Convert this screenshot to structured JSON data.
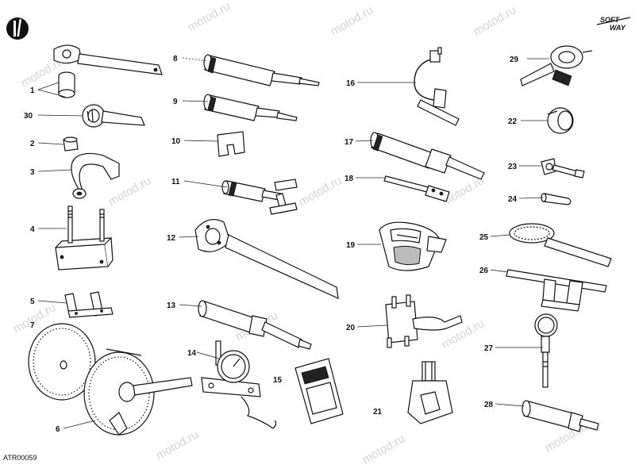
{
  "diagram": {
    "code": "ATR00059",
    "brand_logo": {
      "line1": "SOFT",
      "line2": "WAY"
    },
    "watermark": "motod.ru",
    "parts": [
      {
        "number": "1"
      },
      {
        "number": "2"
      },
      {
        "number": "3"
      },
      {
        "number": "4"
      },
      {
        "number": "5"
      },
      {
        "number": "6"
      },
      {
        "number": "7"
      },
      {
        "number": "8"
      },
      {
        "number": "9"
      },
      {
        "number": "10"
      },
      {
        "number": "11"
      },
      {
        "number": "12"
      },
      {
        "number": "13"
      },
      {
        "number": "14"
      },
      {
        "number": "15"
      },
      {
        "number": "16"
      },
      {
        "number": "17"
      },
      {
        "number": "18"
      },
      {
        "number": "19"
      },
      {
        "number": "20"
      },
      {
        "number": "21"
      },
      {
        "number": "22"
      },
      {
        "number": "23"
      },
      {
        "number": "24"
      },
      {
        "number": "25"
      },
      {
        "number": "26"
      },
      {
        "number": "27"
      },
      {
        "number": "28"
      },
      {
        "number": "29"
      },
      {
        "number": "30"
      }
    ]
  }
}
